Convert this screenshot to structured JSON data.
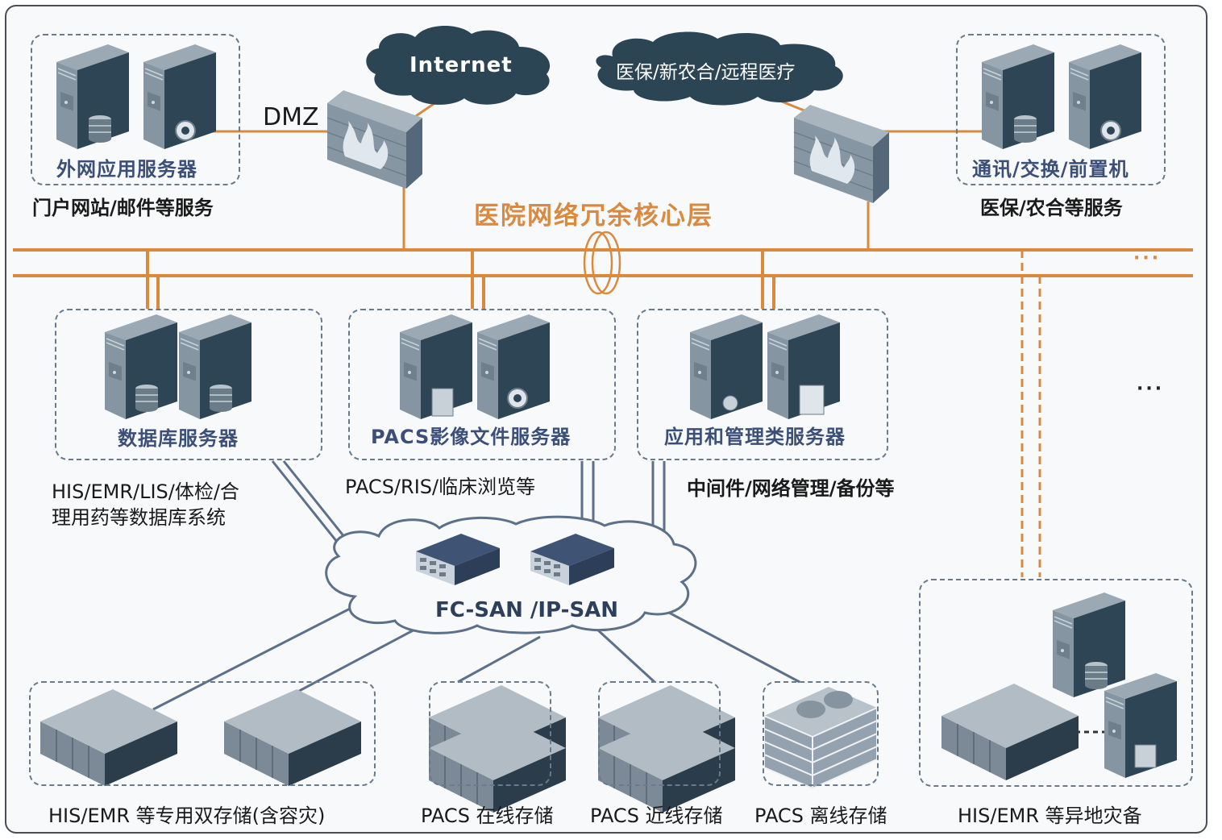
{
  "diagram": {
    "title": "医院网络冗余核心层",
    "colors": {
      "core_line": "#d98a3f",
      "san_line": "#5d708a",
      "server_dark": "#2e4555",
      "server_light": "#8f9fab",
      "box_border": "#6b7a8a",
      "label_blue": "#3b4f78",
      "cloud_dark": "#2b4555"
    },
    "clouds": {
      "internet": "Internet",
      "medical": "医保/新农合/远程医疗",
      "san": "FC-SAN /IP-SAN"
    },
    "dmz_label": "DMZ",
    "groups": {
      "external_app": {
        "box_label": "外网应用服务器",
        "caption": "门户网站/邮件等服务",
        "icons": [
          "server-database-icon",
          "server-email-icon"
        ]
      },
      "comm_exchange": {
        "box_label": "通讯/交换/前置机",
        "caption": "医保/农合等服务",
        "icons": [
          "server-database-icon",
          "server-email-icon"
        ]
      },
      "database": {
        "box_label": "数据库服务器",
        "caption_line1": "HIS/EMR/LIS/体检/合",
        "caption_line2": "理用药等数据库系统",
        "icons": [
          "server-database-icon",
          "server-database-icon"
        ]
      },
      "pacs_file": {
        "box_label": "PACS影像文件服务器",
        "caption": "PACS/RIS/临床浏览等",
        "icons": [
          "server-document-icon",
          "server-email-icon"
        ]
      },
      "app_mgmt": {
        "box_label": "应用和管理类服务器",
        "caption": "中间件/网络管理/备份等",
        "icons": [
          "server-user-icon",
          "server-report-icon"
        ]
      }
    },
    "storage": {
      "his_dual": "HIS/EMR 等专用双存储(含容灾)",
      "pacs_online": "PACS 在线存储",
      "pacs_nearline": "PACS 近线存储",
      "pacs_offline": "PACS 离线存储",
      "his_remote": "HIS/EMR 等异地灾备"
    },
    "ellipsis": "···",
    "ellipsis_mid": "···"
  }
}
